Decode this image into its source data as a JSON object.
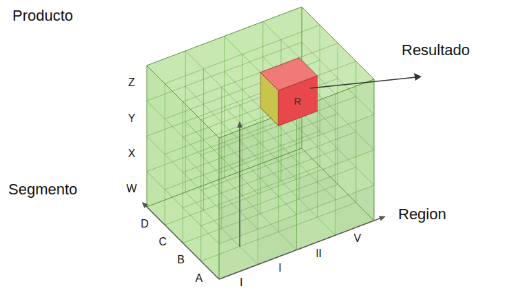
{
  "diagram": {
    "nodes": [
      {
        "text": [
          "R"
        ]
      }
    ],
    "labels": [
      "Producto",
      "Resultado",
      "Z",
      "Y",
      "X",
      "W",
      "Segmento",
      "D",
      "C",
      "B",
      "A",
      "Region",
      "I",
      "I",
      "II",
      "V"
    ]
  }
}
